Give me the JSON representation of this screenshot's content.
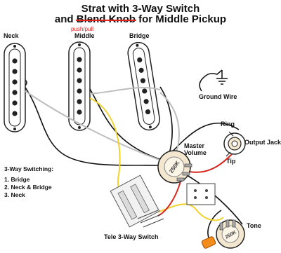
{
  "title": {
    "line1": "Strat with 3-Way Switch",
    "line2_prefix": "and ",
    "line2_struck": "Blend Knob",
    "line2_suffix": " for Middle Pickup",
    "annotation": "push/pull"
  },
  "pickups": {
    "neck": "Neck",
    "middle": "Middle",
    "bridge": "Bridge"
  },
  "labels": {
    "ground_wire": "Ground Wire",
    "ring": "Ring",
    "output_jack": "Output Jack",
    "tip": "Tip",
    "master_volume_1": "Master",
    "master_volume_2": "Volume",
    "tele_switch": "Tele 3-Way Switch",
    "tone": "Tone",
    "pot_value_volume": "250K",
    "pot_value_tone": "250K"
  },
  "legend": {
    "title": "3-Way Switching:",
    "items": [
      "1. Bridge",
      "2. Neck & Bridge",
      "3. Neck"
    ]
  },
  "colors": {
    "title_strike": "#e0241f",
    "wire_black": "#111111",
    "wire_white": "#bdbdbd",
    "wire_yellow": "#f2d22b",
    "wire_red": "#d8261c",
    "pot_body": "#f3e7cf",
    "capacitor": "#f28c1b"
  }
}
